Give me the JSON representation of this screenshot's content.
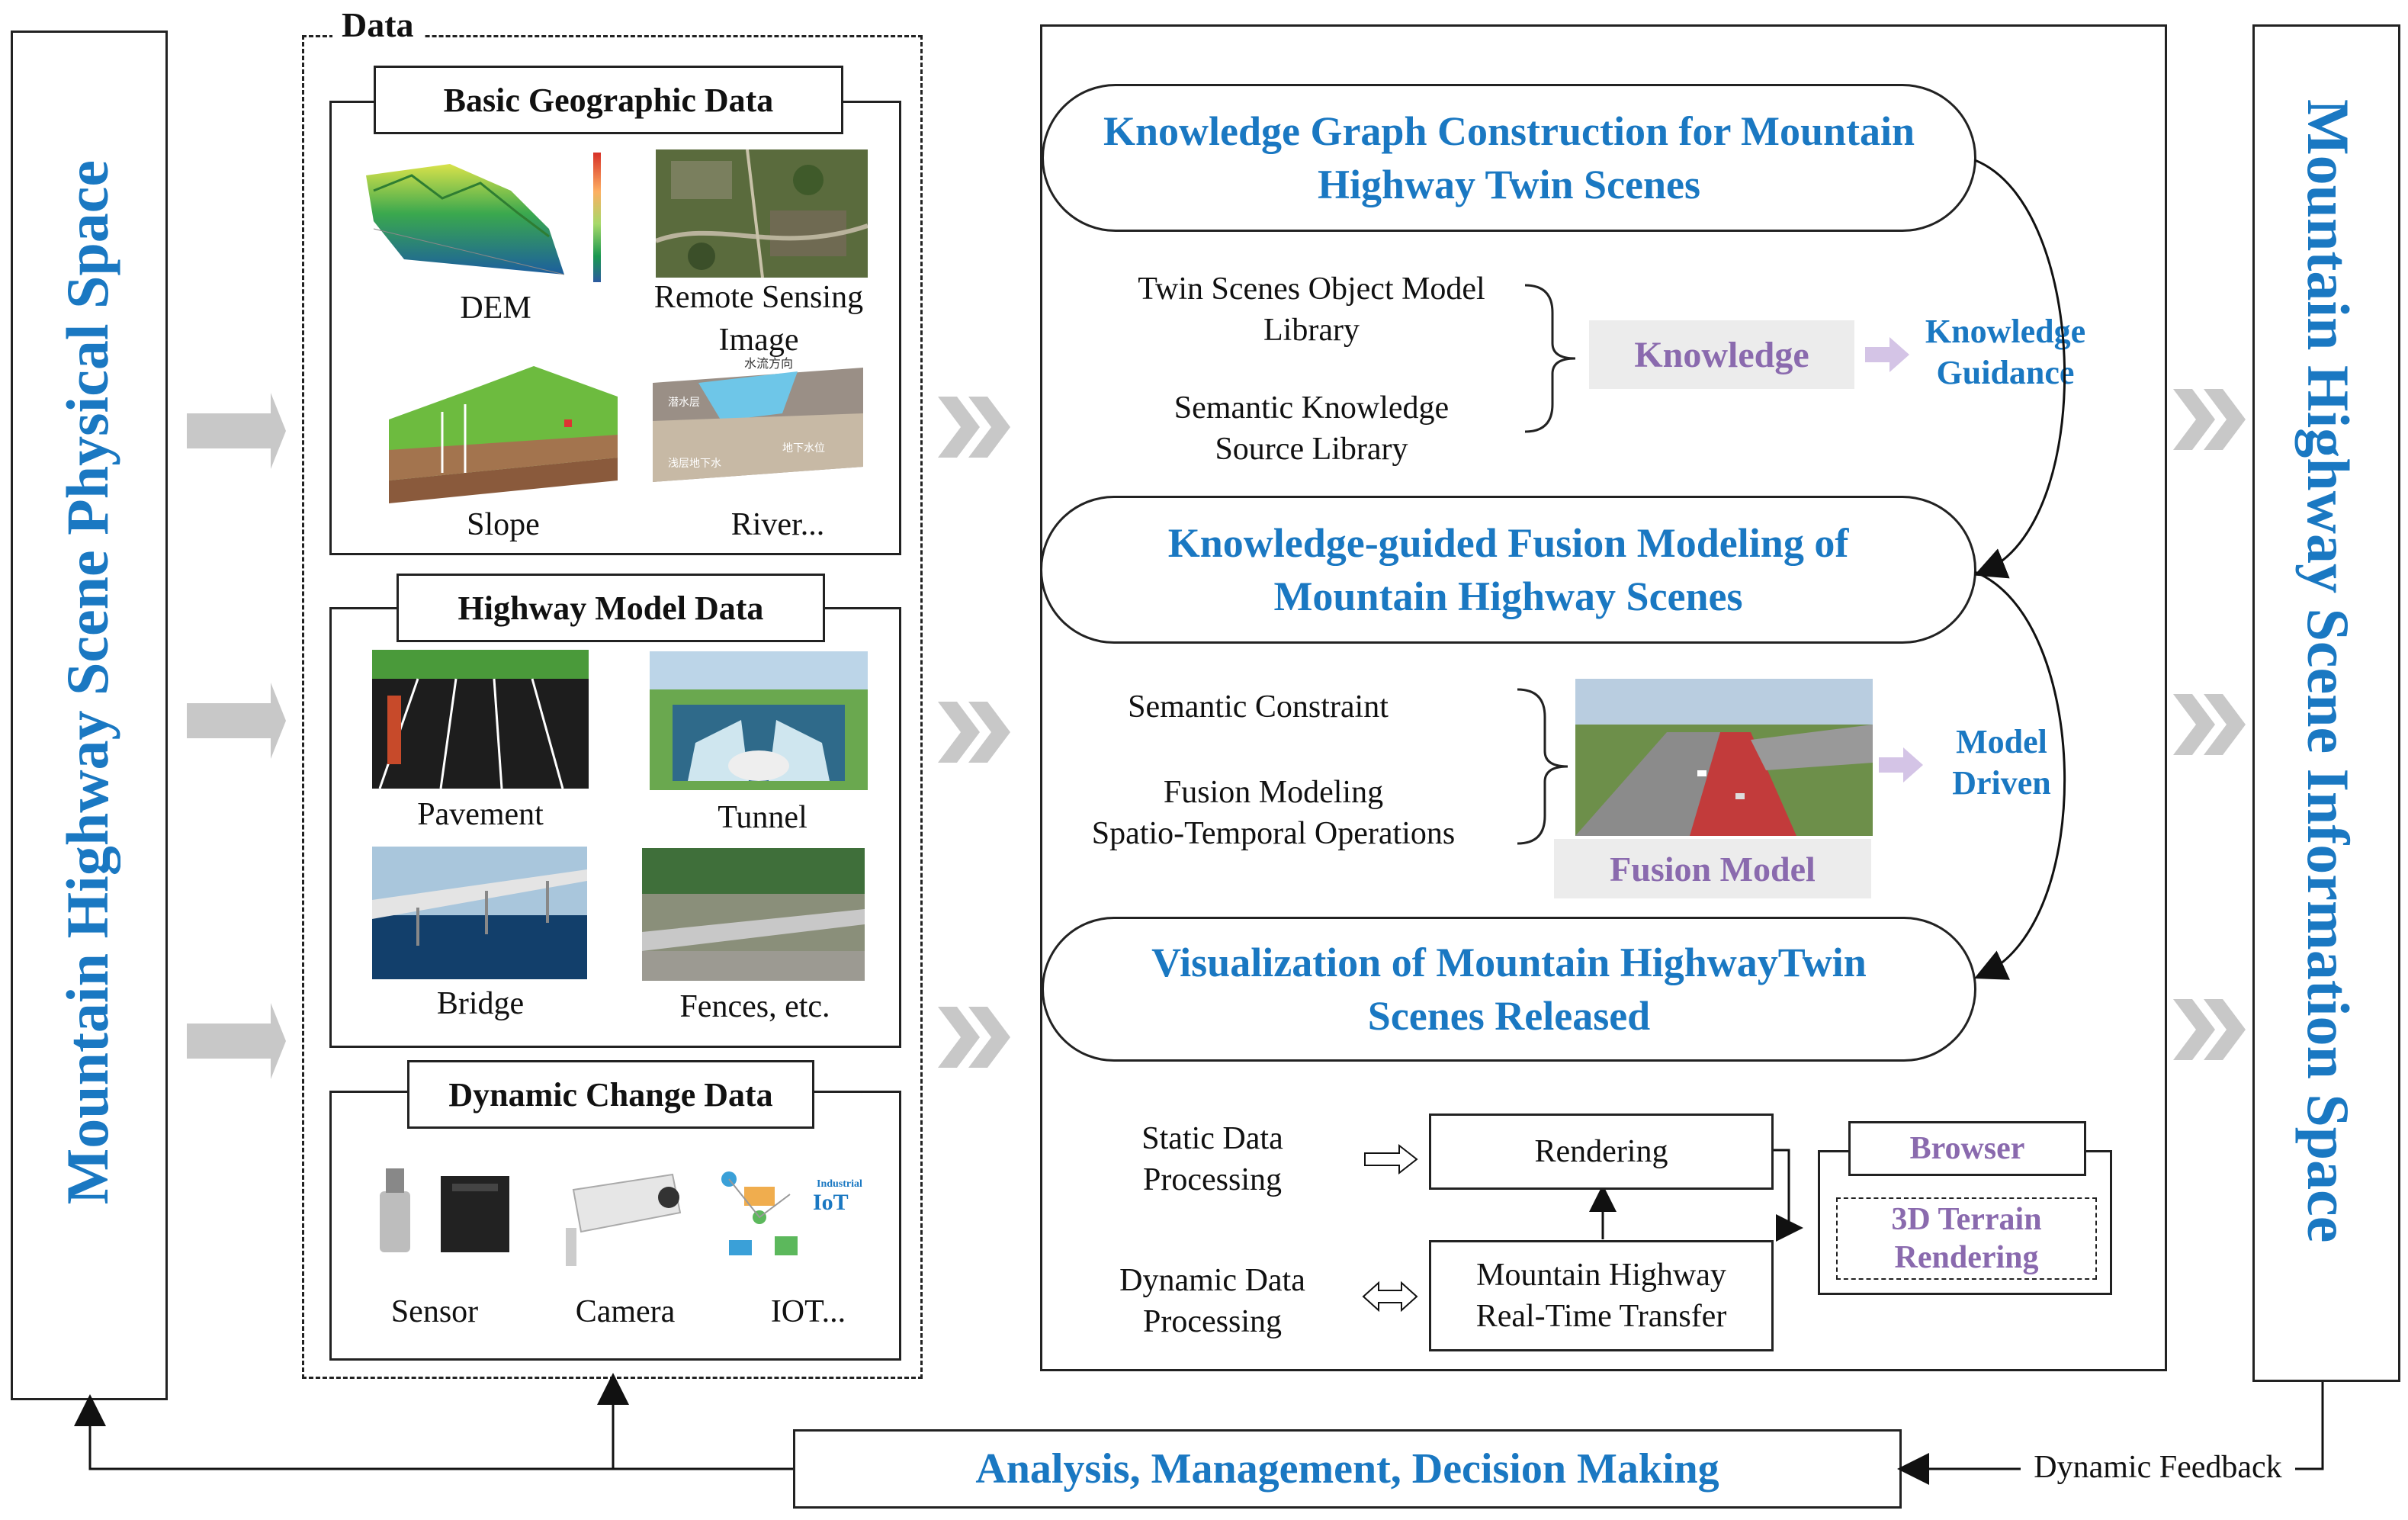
{
  "left_panel": {
    "label": "Mountain Highway Scene Physical Space"
  },
  "right_panel": {
    "label": "Mountain Highway Scene Information Space"
  },
  "data_section": {
    "title": "Data",
    "geo": {
      "header": "Basic Geographic Data",
      "items": [
        "DEM",
        "Remote Sensing Image",
        "Slope",
        "River..."
      ]
    },
    "highway": {
      "header": "Highway Model Data",
      "items": [
        "Pavement",
        "Tunnel",
        "Bridge",
        "Fences, etc."
      ]
    },
    "dynamic": {
      "header": "Dynamic Change Data",
      "items": [
        "Sensor",
        "Camera",
        "IOT..."
      ],
      "iot_badge": "IoT",
      "iot_badge_small": "Industrial"
    }
  },
  "river_overlay": {
    "top": "水流方向",
    "left": "潜水层",
    "bottom_left": "浅层地下水",
    "bottom_right": "地下水位"
  },
  "process": {
    "kg_title_line1": "Knowledge Graph Construction for Mountain",
    "kg_title_line2": "Highway Twin Scenes",
    "kg_lib1_line1": "Twin Scenes Object Model",
    "kg_lib1_line2": "Library",
    "kg_lib2_line1": "Semantic Knowledge",
    "kg_lib2_line2": "Source Library",
    "knowledge_label": "Knowledge",
    "knowledge_guidance_line1": "Knowledge",
    "knowledge_guidance_line2": "Guidance",
    "fusion_title_line1": "Knowledge-guided Fusion Modeling of",
    "fusion_title_line2": "Mountain Highway Scenes",
    "semantic_constraint": "Semantic Constraint",
    "fusion_ops_line1": "Fusion Modeling",
    "fusion_ops_line2": "Spatio-Temporal Operations",
    "fusion_model_label": "Fusion Model",
    "model_driven_line1": "Model",
    "model_driven_line2": "Driven",
    "vis_title_line1": "Visualization of Mountain HighwayTwin",
    "vis_title_line2": "Scenes Released",
    "static_line1": "Static Data",
    "static_line2": "Processing",
    "dynamic_line1": "Dynamic Data",
    "dynamic_line2": "Processing",
    "rendering": "Rendering",
    "transfer_line1": "Mountain Highway",
    "transfer_line2": "Real-Time Transfer",
    "browser": "Browser",
    "terrain_line1": "3D Terrain",
    "terrain_line2": "Rendering"
  },
  "bottom": {
    "amd": "Analysis, Management, Decision Making",
    "feedback": "Dynamic Feedback"
  },
  "colors": {
    "accent_blue": "#1a78c2",
    "accent_purple": "#8a6aae",
    "arrow_grey": "#c8c8c8",
    "lilac": "#d4c4e6"
  }
}
